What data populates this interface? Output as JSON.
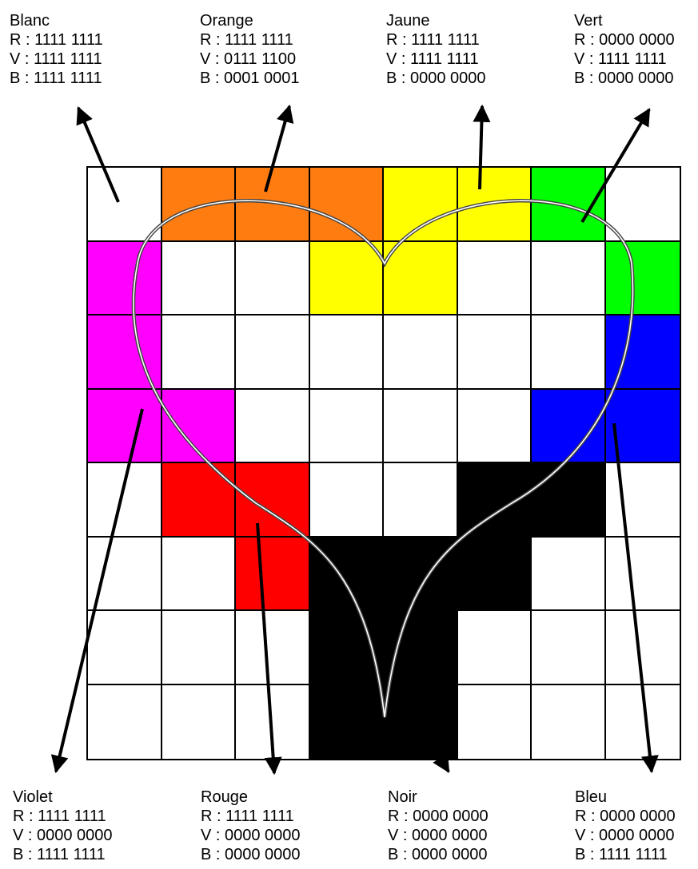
{
  "colors": {
    "Blanc": "#ffffff",
    "Orange": "#ff7c11",
    "Jaune": "#ffff00",
    "Vert": "#00ff00",
    "Violet": "#ff00ff",
    "Rouge": "#ff0000",
    "Noir": "#000000",
    "Bleu": "#0000ff"
  },
  "grid": [
    [
      "Blanc",
      "Orange",
      "Orange",
      "Orange",
      "Jaune",
      "Jaune",
      "Vert",
      "Blanc"
    ],
    [
      "Violet",
      "Blanc",
      "Blanc",
      "Jaune",
      "Jaune",
      "Blanc",
      "Blanc",
      "Vert"
    ],
    [
      "Violet",
      "Blanc",
      "Blanc",
      "Blanc",
      "Blanc",
      "Blanc",
      "Blanc",
      "Bleu"
    ],
    [
      "Violet",
      "Violet",
      "Blanc",
      "Blanc",
      "Blanc",
      "Blanc",
      "Bleu",
      "Bleu"
    ],
    [
      "Blanc",
      "Rouge",
      "Rouge",
      "Blanc",
      "Blanc",
      "Noir",
      "Noir",
      "Blanc"
    ],
    [
      "Blanc",
      "Blanc",
      "Rouge",
      "Noir",
      "Noir",
      "Noir",
      "Blanc",
      "Blanc"
    ],
    [
      "Blanc",
      "Blanc",
      "Blanc",
      "Noir",
      "Noir",
      "Blanc",
      "Blanc",
      "Blanc"
    ],
    [
      "Blanc",
      "Blanc",
      "Blanc",
      "Noir",
      "Noir",
      "Blanc",
      "Blanc",
      "Blanc"
    ]
  ],
  "labels": {
    "blanc": {
      "name": "Blanc",
      "r": "R : 1111 1111",
      "v": "V : 1111 1111",
      "b": "B : 1111 1111"
    },
    "orange": {
      "name": "Orange",
      "r": "R : 1111 1111",
      "v": "V : 0111 1100",
      "b": "B : 0001 0001"
    },
    "jaune": {
      "name": "Jaune",
      "r": "R : 1111 1111",
      "v": "V : 1111 1111",
      "b": "B : 0000 0000"
    },
    "vert": {
      "name": "Vert",
      "r": "R : 0000 0000",
      "v": "V : 1111 1111",
      "b": "B : 0000 0000"
    },
    "violet": {
      "name": "Violet",
      "r": "R : 1111 1111",
      "v": "V : 0000 0000",
      "b": "B : 1111 1111"
    },
    "rouge": {
      "name": "Rouge",
      "r": "R : 1111 1111",
      "v": "V : 0000 0000",
      "b": "B : 0000 0000"
    },
    "noir": {
      "name": "Noir",
      "r": "R : 0000 0000",
      "v": "V : 0000 0000",
      "b": "B : 0000 0000"
    },
    "bleu": {
      "name": "Bleu",
      "r": "R : 0000 0000",
      "v": "V : 0000 0000",
      "b": "B : 1111 1111"
    }
  }
}
